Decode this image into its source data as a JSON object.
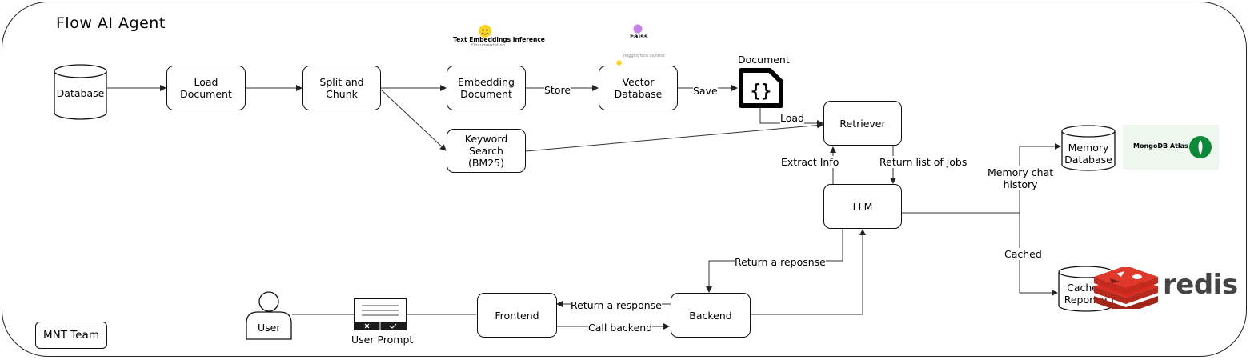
{
  "title": "Flow AI Agent",
  "team": "MNT Team",
  "nodes": {
    "database": "Database",
    "load_document": "Load Document",
    "split_chunk": "Split and Chunk",
    "embedding_document": "Embedding\nDocument",
    "vector_database": "Vector\nDatabase",
    "document": "Document",
    "keyword_search": "Keyword Search\n(BM25)",
    "retriever": "Retriever",
    "llm": "LLM",
    "memory_database": "Memory\nDatabase",
    "cached_response": "Cached\nReponse",
    "user": "User",
    "user_prompt": "User Prompt",
    "frontend": "Frontend",
    "backend": "Backend"
  },
  "edges": {
    "store": "Store",
    "save": "Save",
    "load": "Load",
    "extract_info": "Extract Info",
    "return_jobs": "Return list of jobs",
    "memory_chat_history": "Memory chat\nhistory",
    "cached": "Cached",
    "return_reposnse": "Return a reposnse",
    "return_response": "Return a response",
    "call_backend": "Call backend"
  },
  "logos": {
    "tei_title": "Text Embeddings Inference",
    "tei_subtitle": "Documentation",
    "faiss": "Faiss",
    "faiss_sub": "huggingface.co/faiss",
    "mongodb": "MongoDB Atlas",
    "redis": "redis"
  },
  "colors": {
    "mongodb_bg": "#edf7ee",
    "mongodb_leaf": "#0c8a3a",
    "redis_red": "#d82c20",
    "faiss_purple": "#c882f0",
    "hf_yellow": "#ffd21e"
  }
}
